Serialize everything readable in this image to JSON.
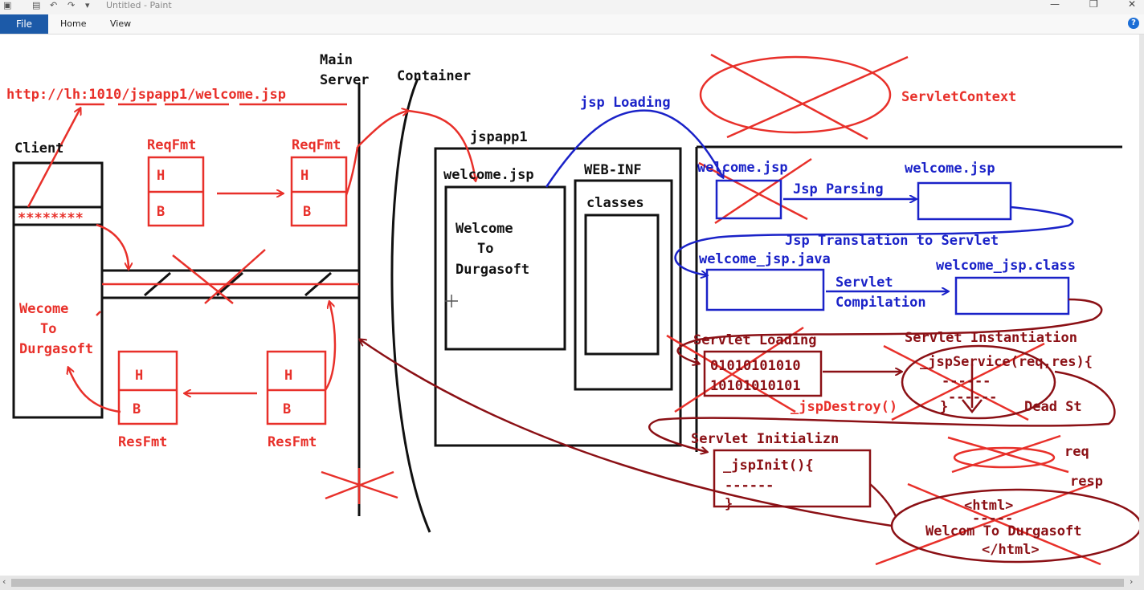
{
  "app": {
    "title": "Untitled - Paint"
  },
  "ribbon": {
    "tabs": [
      "File",
      "Home",
      "View"
    ]
  },
  "labels": {
    "main_server": [
      "Main",
      "Server"
    ],
    "container": "Container",
    "url": "http://lh:1010/jspapp1/welcome.jsp",
    "client": "Client",
    "password": "********",
    "client_page": [
      "Wecome",
      "To",
      "Durgasoft"
    ],
    "req_fmt_1": "ReqFmt",
    "req_fmt_2": "ReqFmt",
    "res_fmt_1": "ResFmt",
    "res_fmt_2": "ResFmt",
    "H": "H",
    "B": "B",
    "jspapp1": "jspapp1",
    "welcome_jsp": "welcome.jsp",
    "web_inf": "WEB-INF",
    "classes": "classes",
    "jsp_page": [
      "Welcome",
      "To",
      "Durgasoft"
    ],
    "jsp_loading": "jsp Loading",
    "servlet_context": "ServletContext",
    "welcome_jsp_a": "welcome.jsp",
    "jsp_parsing": "Jsp Parsing",
    "welcome_jsp_b": "welcome.jsp",
    "jsp_translation": "Jsp Translation to Servlet",
    "welcome_jsp_java": "welcome_jsp.java",
    "welcome_jsp_class": "welcome_jsp.class",
    "servlet_compilation": [
      "Servlet",
      "Compilation"
    ],
    "servlet_loading": "Servlet Loading",
    "bytecode": [
      "01010101010",
      "10101010101"
    ],
    "servlet_instantiation": "Servlet Instantiation",
    "jsp_service": "_jspService(req,res){",
    "dashes1": "------",
    "dashes2": "------",
    "brace_close": "}",
    "jsp_destroy": "_jspDestroy()",
    "dead_st": "Dead St",
    "servlet_init": "Servlet Initializn",
    "jsp_init": "_jspInit(){",
    "dashes3": "------",
    "brace_close2": "}",
    "req": "req",
    "resp": "resp",
    "html_open": "<html>",
    "html_dashes": "-----",
    "welcom_text": "Welcom To Durgasoft",
    "html_close": "</html>"
  },
  "colors": {
    "red": "#e8302a",
    "blue": "#1a22c8",
    "darkred": "#8b1015",
    "black": "#111111",
    "file_tab": "#1c5aa8"
  }
}
